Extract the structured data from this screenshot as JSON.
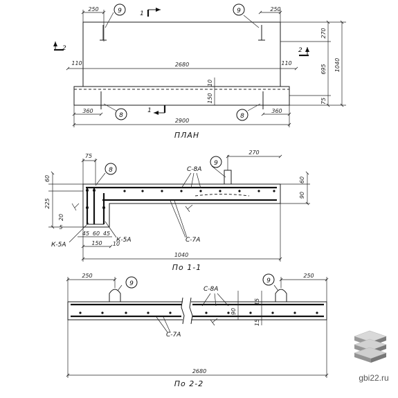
{
  "views": {
    "plan": {
      "title": "ПЛАН"
    },
    "section_1": {
      "title": "По 1-1"
    },
    "section_2": {
      "title": "По 2-2"
    }
  },
  "section_marks": {
    "one": "1",
    "two": "2"
  },
  "positions": {
    "p8": "8",
    "p9": "9"
  },
  "rebar": {
    "c8": "С-8А",
    "c7": "С-7А",
    "k5": "К-5А"
  },
  "plan_dims": {
    "d250_left": "250",
    "d250_right": "250",
    "d270": "270",
    "d2680": "2680",
    "d110_left": "110",
    "d110_right": "110",
    "d10": "10",
    "d150": "150",
    "d360_left": "360",
    "d360_right": "360",
    "d2900": "2900",
    "d695": "695",
    "d1040": "1040",
    "d75": "75"
  },
  "s1_dims": {
    "d75": "75",
    "d270": "270",
    "d60_left": "60",
    "d225": "225",
    "d20": "20",
    "d5": "5",
    "d45_a": "45",
    "d60_mid": "60",
    "d45_b": "45",
    "d150": "150",
    "d10": "10",
    "d1040": "1040",
    "d90": "90",
    "d60_right": "60"
  },
  "s2_dims": {
    "d250_left": "250",
    "d250_right": "250",
    "d90": "90",
    "d15_a": "15",
    "d15_b": "15",
    "d2680": "2680"
  },
  "watermark": {
    "text": "gbi22.ru"
  }
}
